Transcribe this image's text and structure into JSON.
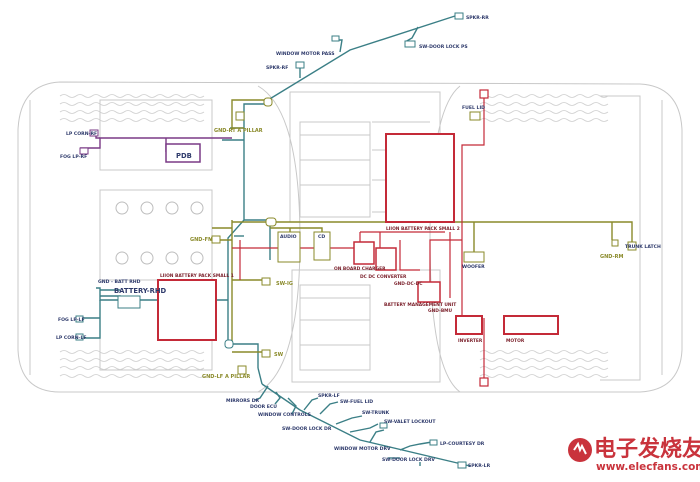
{
  "labels": {
    "spkr_rr": "SPKR-RR",
    "window_motor_pass": "WINDOW MOTOR PASS",
    "sw_door_lock_ps": "SW-DOOR LOCK PS",
    "spkr_rf": "SPKR-RF",
    "gnd_rt_a_pillar": "GND-RT A PILLAR",
    "fuel_lid_top": "FUEL LID",
    "lp_corn_rf": "LP CORN-RF",
    "fog_lp_rf": "FOG LP-RF",
    "pdb": "PDB",
    "gnd_fm": "GND-FM",
    "audio": "AUDIO",
    "cd": "CD",
    "liion_pack_2": "LIION BATTERY PACK SMALL 2",
    "liion_pack_1": "LIION BATTERY PACK SMALL 1",
    "trunk_latch": "TRUNK LATCH",
    "gnd_rm": "GND-RM",
    "on_board_charger": "ON BOARD CHARGER",
    "dc_dc_converter": "DC DC CONVERTER",
    "gnd_dc_dc": "GND-DC-DC",
    "woofer": "WOOFER",
    "gnd_batt_rhd": "GND - BATT RHD",
    "battery_rhd": "BATTERY-RHD",
    "sw_ig": "SW-IG",
    "battery_mgmt_unit": "BATTERY MANAGEMENT UNIT",
    "gnd_bmu": "GND-BMU",
    "fog_lp_lf": "FOG LP-LF",
    "lp_corn_lf": "LP CORN-LF",
    "inverter": "INVERTER",
    "motor": "MOTOR",
    "sw": "SW",
    "gnd_lf_a_pillar": "GND-LF A PILLAR",
    "spkr_lf": "SPKR-LF",
    "mirrors_dr": "MIRRORS DR",
    "sw_fuel_lid": "SW-FUEL LID",
    "door_ecu": "DOOR ECU",
    "sw_trunk": "SW-TRUNK",
    "window_controls": "WINDOW CONTROLS",
    "sw_valet_lockout": "SW-VALET LOCKOUT",
    "sw_door_lock_dr": "SW-DOOR LOCK DR",
    "lp_courtesy_dr": "LP-COURTESY DR",
    "window_motor_drv": "WINDOW MOTOR DRV",
    "sw_door_lock_drv": "SW-DOOR LOCK DRV",
    "spkr_lr": "SPKR-LR"
  },
  "watermark": {
    "logo": "电子发烧友",
    "url": "www.elecfans.com"
  },
  "colors": {
    "harness_teal": "#3b7f86",
    "harness_olive": "#8a8a2a",
    "harness_purple": "#7a3a86",
    "high_voltage_red": "#c42a38",
    "body_outline": "#c8c8c8",
    "watermark_red": "#c9333c"
  }
}
